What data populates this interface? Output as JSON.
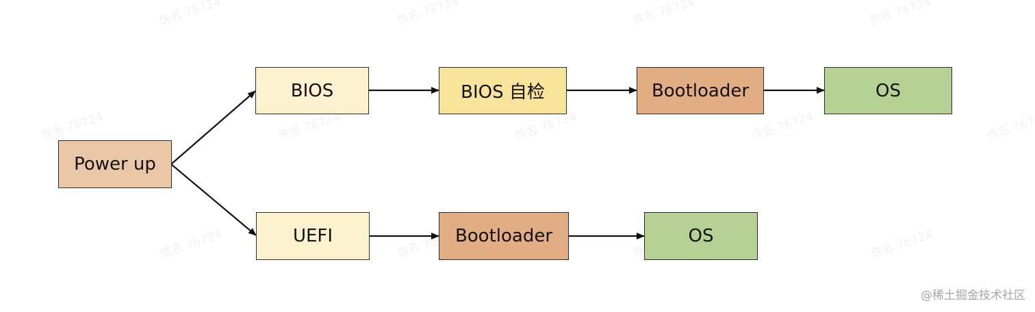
{
  "nodes": {
    "power_up": {
      "label": "Power up",
      "color": "#eac7a6"
    },
    "bios": {
      "label": "BIOS",
      "color": "#fbf1cc"
    },
    "bios_selfcheck": {
      "label": "BIOS 自检",
      "color": "#f7e49a"
    },
    "bios_bootloader": {
      "label": "Bootloader",
      "color": "#e2ad83"
    },
    "bios_os": {
      "label": "OS",
      "color": "#b5d193"
    },
    "uefi": {
      "label": "UEFI",
      "color": "#fbf1cc"
    },
    "uefi_bootloader": {
      "label": "Bootloader",
      "color": "#e2ad83"
    },
    "uefi_os": {
      "label": "OS",
      "color": "#b5d193"
    }
  },
  "edges": [
    {
      "from": "Power up",
      "to": "BIOS"
    },
    {
      "from": "Power up",
      "to": "UEFI"
    },
    {
      "from": "BIOS",
      "to": "BIOS 自检"
    },
    {
      "from": "BIOS 自检",
      "to": "Bootloader"
    },
    {
      "from": "Bootloader",
      "to": "OS"
    },
    {
      "from": "UEFI",
      "to": "Bootloader"
    },
    {
      "from": "Bootloader",
      "to": "OS"
    }
  ],
  "watermark": {
    "text": "佚名 76724"
  },
  "site_mark": {
    "text": "@稀土掘金技术社区"
  },
  "colors": {
    "line": "#111111",
    "border": "#2b2b2b"
  }
}
